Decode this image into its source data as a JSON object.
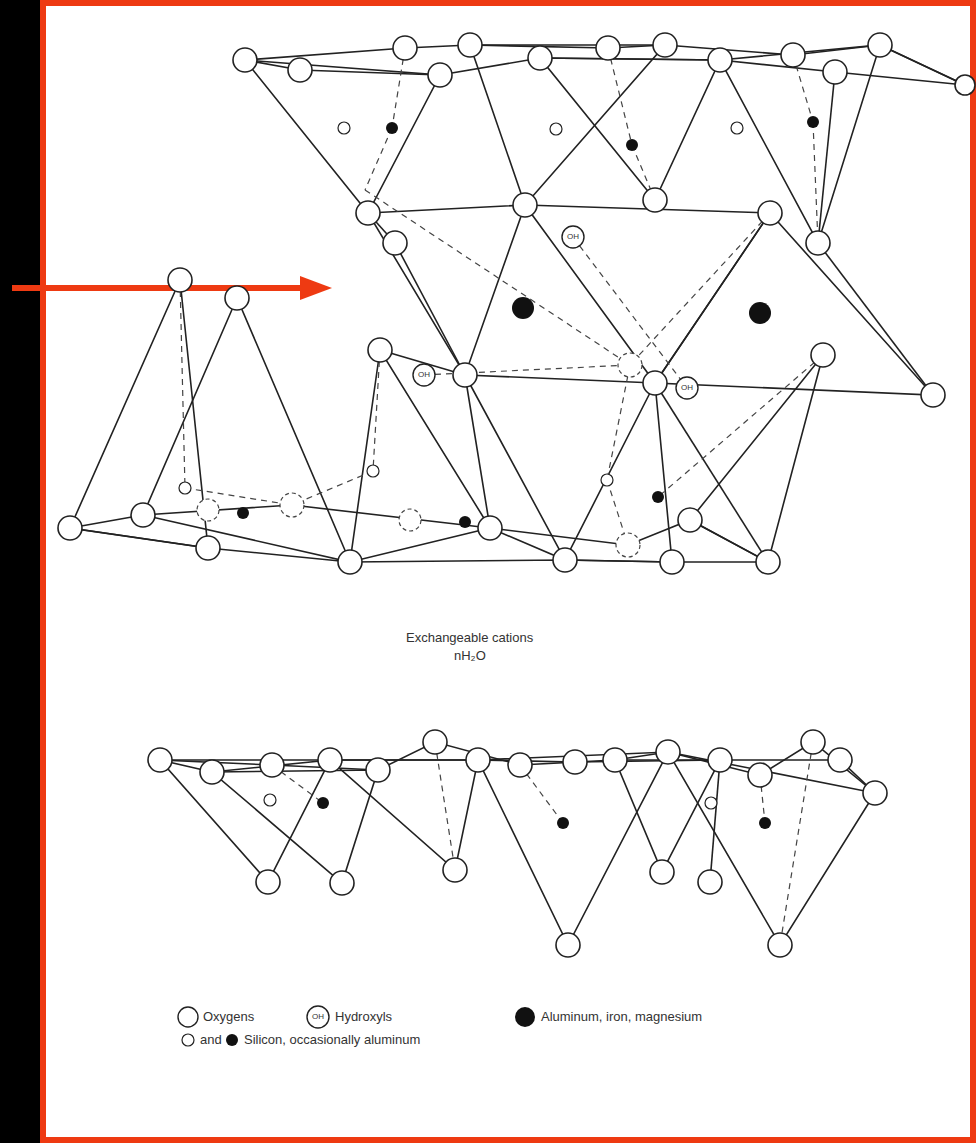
{
  "diagram": {
    "labels": [
      "OH",
      "OH",
      "OH",
      "Exchangeable cations",
      "nH₂O",
      "OH",
      "and"
    ],
    "legend": [
      {
        "text": "Oxygens"
      },
      {
        "text": "Hydroxyls"
      },
      {
        "text": "Aluminum, iron, magnesium"
      },
      {
        "text": "Silicon, occasionally aluminum"
      }
    ]
  }
}
